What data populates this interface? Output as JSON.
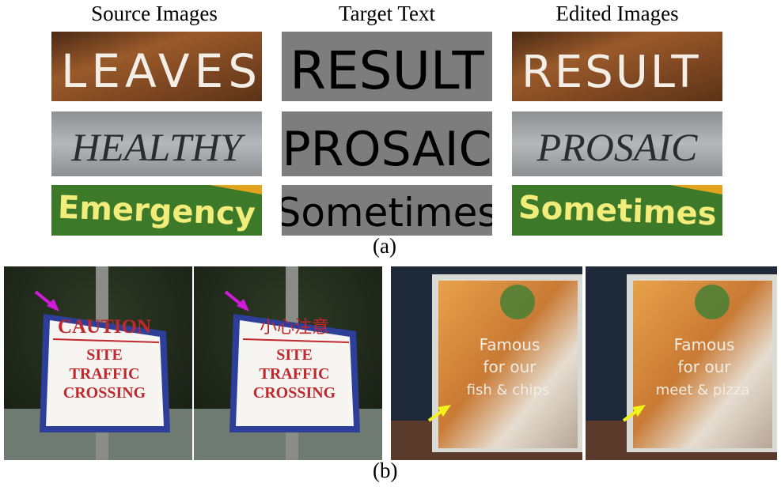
{
  "figure": {
    "columns": [
      "Source Images",
      "Target Text",
      "Edited Images"
    ],
    "rows": [
      {
        "source": "LEAVES",
        "target": "RESULT",
        "edited": "RESULT"
      },
      {
        "source": "HEALTHY",
        "target": "PROSAIC",
        "edited": "PROSAIC"
      },
      {
        "source": "Emergency",
        "target": "Sometimes",
        "edited": "Sometimes"
      }
    ],
    "label_a": "(a)",
    "label_b": "(b)"
  },
  "panel_b": {
    "sign_original": [
      "CAUTION",
      "SITE",
      "TRAFFIC",
      "CROSSING"
    ],
    "sign_edited": [
      "小心注意",
      "SITE",
      "TRAFFIC",
      "CROSSING"
    ],
    "menu_original": [
      "Famous",
      "for our",
      "fish & chips"
    ],
    "menu_edited": [
      "Famous",
      "for our",
      "meet & pizza"
    ]
  },
  "colors": {
    "magenta_arrow": "#d21ad8",
    "yellow_arrow": "#f4f21c",
    "sign_red": "#c0282c",
    "sign_border": "#2e3f9a"
  }
}
